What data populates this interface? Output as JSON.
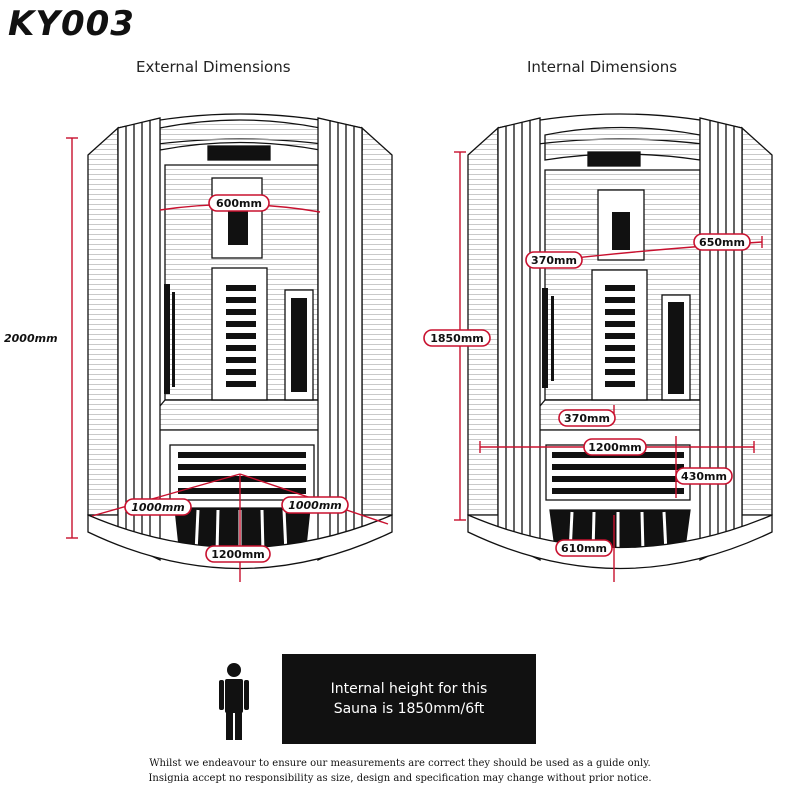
{
  "title": "KY003",
  "captions": {
    "external": "External Dimensions",
    "internal": "Internal Dimensions"
  },
  "external_dims": {
    "height": "2000mm",
    "back_width": "600mm",
    "left_side": "1000mm",
    "right_side": "1000mm",
    "front_width": "1200mm"
  },
  "internal_dims": {
    "height": "1850mm",
    "back_left": "370mm",
    "back_right": "650mm",
    "bench_depth": "370mm",
    "width": "1200mm",
    "bench_height": "430mm",
    "floor_depth": "610mm"
  },
  "info_box": {
    "line1": "Internal height for this",
    "line2": "Sauna is 1850mm/6ft"
  },
  "disclaimer": {
    "line1": "Whilst we endeavour to ensure our measurements are correct they should be used as a guide only.",
    "line2": "Insignia accept no responsibility as size, design and specification may change without prior notice."
  },
  "colors": {
    "dimension": "#c8102e",
    "outline": "#111111",
    "box": "#111111"
  },
  "icons": [
    "person-silhouette-icon"
  ]
}
